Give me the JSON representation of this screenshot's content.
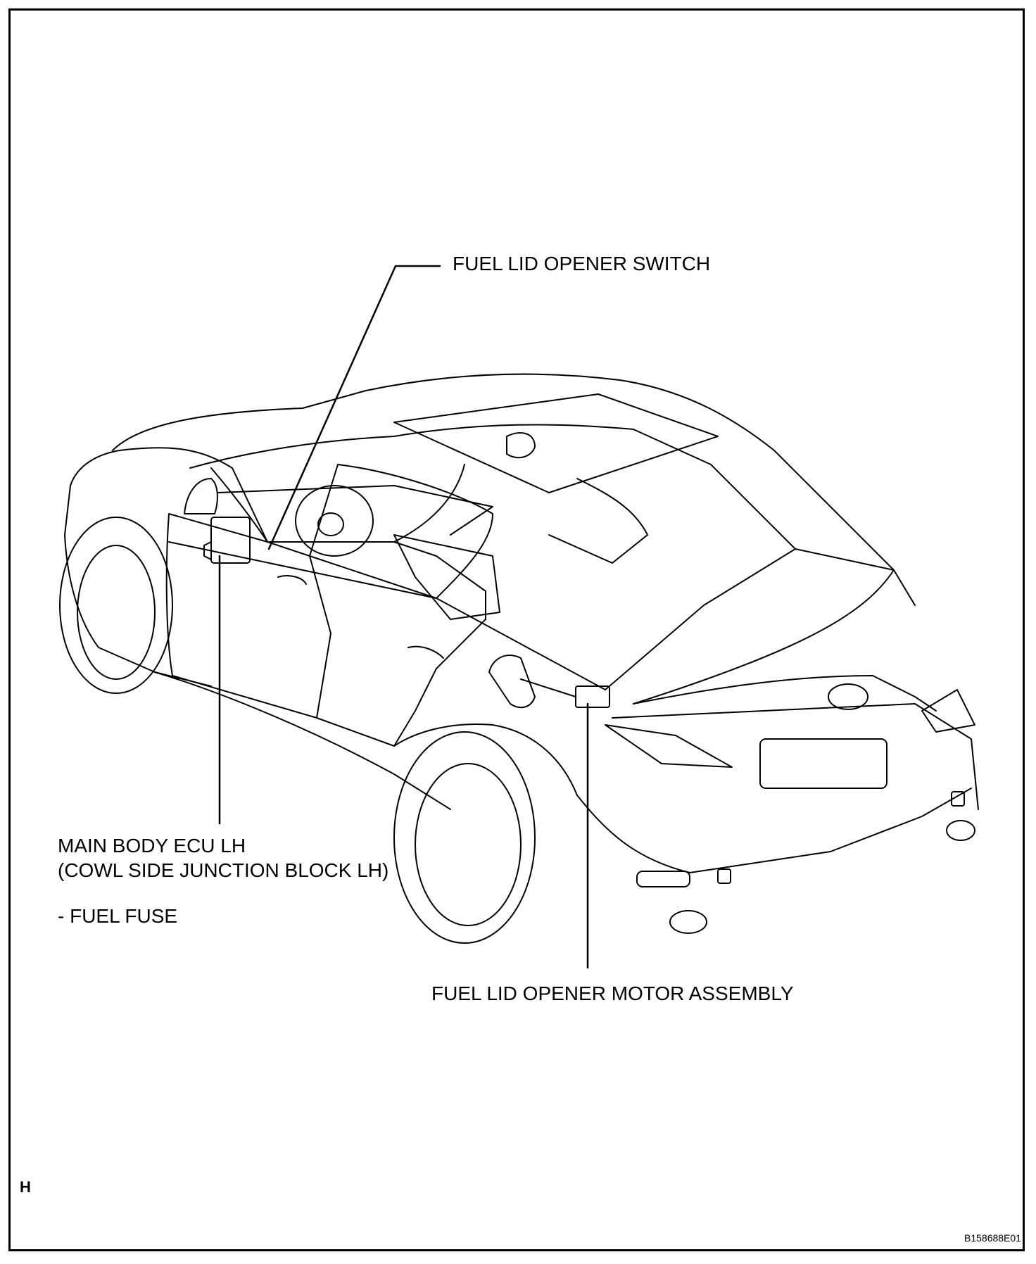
{
  "callouts": {
    "switch": "FUEL LID OPENER SWITCH",
    "ecu_line1": "MAIN BODY ECU LH",
    "ecu_line2": "(COWL SIDE JUNCTION BLOCK LH)",
    "fuse": "- FUEL FUSE",
    "motor": "FUEL LID OPENER MOTOR ASSEMBLY"
  },
  "corner_mark": "H",
  "figure_id": "B158688E01"
}
